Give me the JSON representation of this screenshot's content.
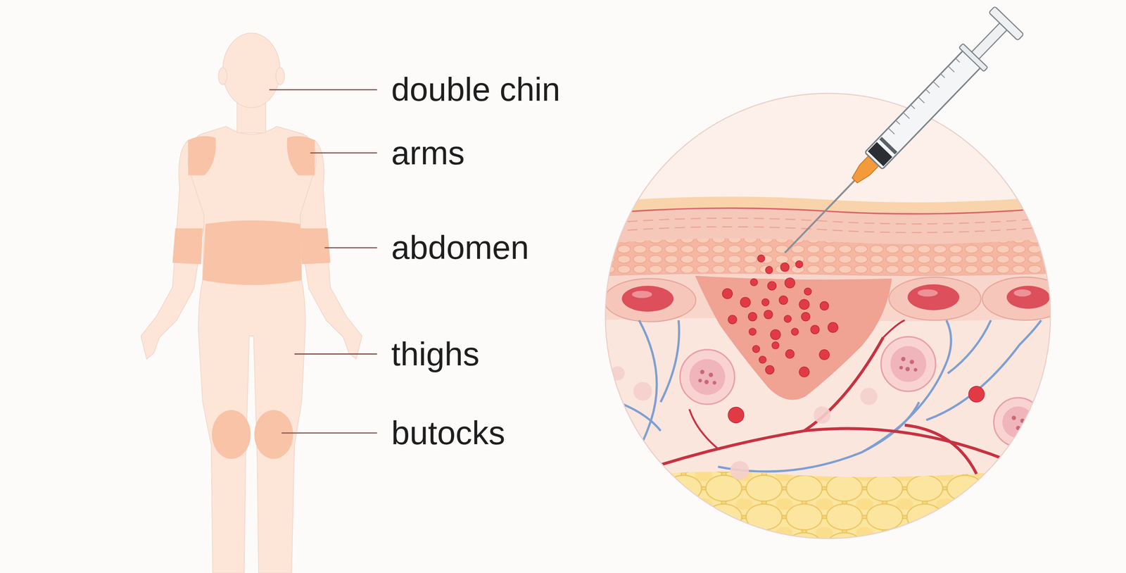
{
  "diagram": {
    "labels": [
      "double chin",
      "arms",
      "abdomen",
      "thighs",
      "butocks"
    ]
  }
}
